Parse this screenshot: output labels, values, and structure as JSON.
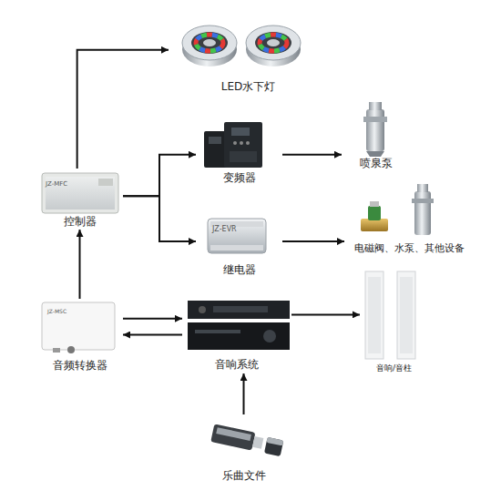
{
  "diagram": {
    "nodes": [
      {
        "text": [
          "LED水下灯"
        ]
      },
      {
        "text": [
          "变频器"
        ]
      },
      {
        "text": [
          "喷泉泵"
        ]
      },
      {
        "text": [
          "JZ-MFC",
          "控制器"
        ]
      },
      {
        "text": [
          "JZ-EVR",
          "继电器"
        ]
      },
      {
        "text": [
          "电磁阀、水泵、其他设备"
        ]
      },
      {
        "text": [
          "JZ-MSC",
          "音频转换器"
        ]
      },
      {
        "text": [
          "音响系统"
        ]
      },
      {
        "text": [
          "音响/音柱"
        ]
      },
      {
        "text": [
          "乐曲文件"
        ]
      }
    ],
    "edges": [
      {
        "from": 3,
        "to": 0,
        "arrow": "to"
      },
      {
        "from": 3,
        "to": 1,
        "arrow": "to"
      },
      {
        "from": 3,
        "to": 4,
        "arrow": "to"
      },
      {
        "from": 1,
        "to": 2,
        "arrow": "to"
      },
      {
        "from": 4,
        "to": 5,
        "arrow": "to"
      },
      {
        "from": 6,
        "to": 3,
        "arrow": "to"
      },
      {
        "from": 6,
        "to": 7,
        "arrow": "to"
      },
      {
        "from": 7,
        "to": 6,
        "arrow": "to"
      },
      {
        "from": 7,
        "to": 8,
        "arrow": "to"
      },
      {
        "from": 9,
        "to": 7,
        "arrow": "to"
      }
    ]
  }
}
